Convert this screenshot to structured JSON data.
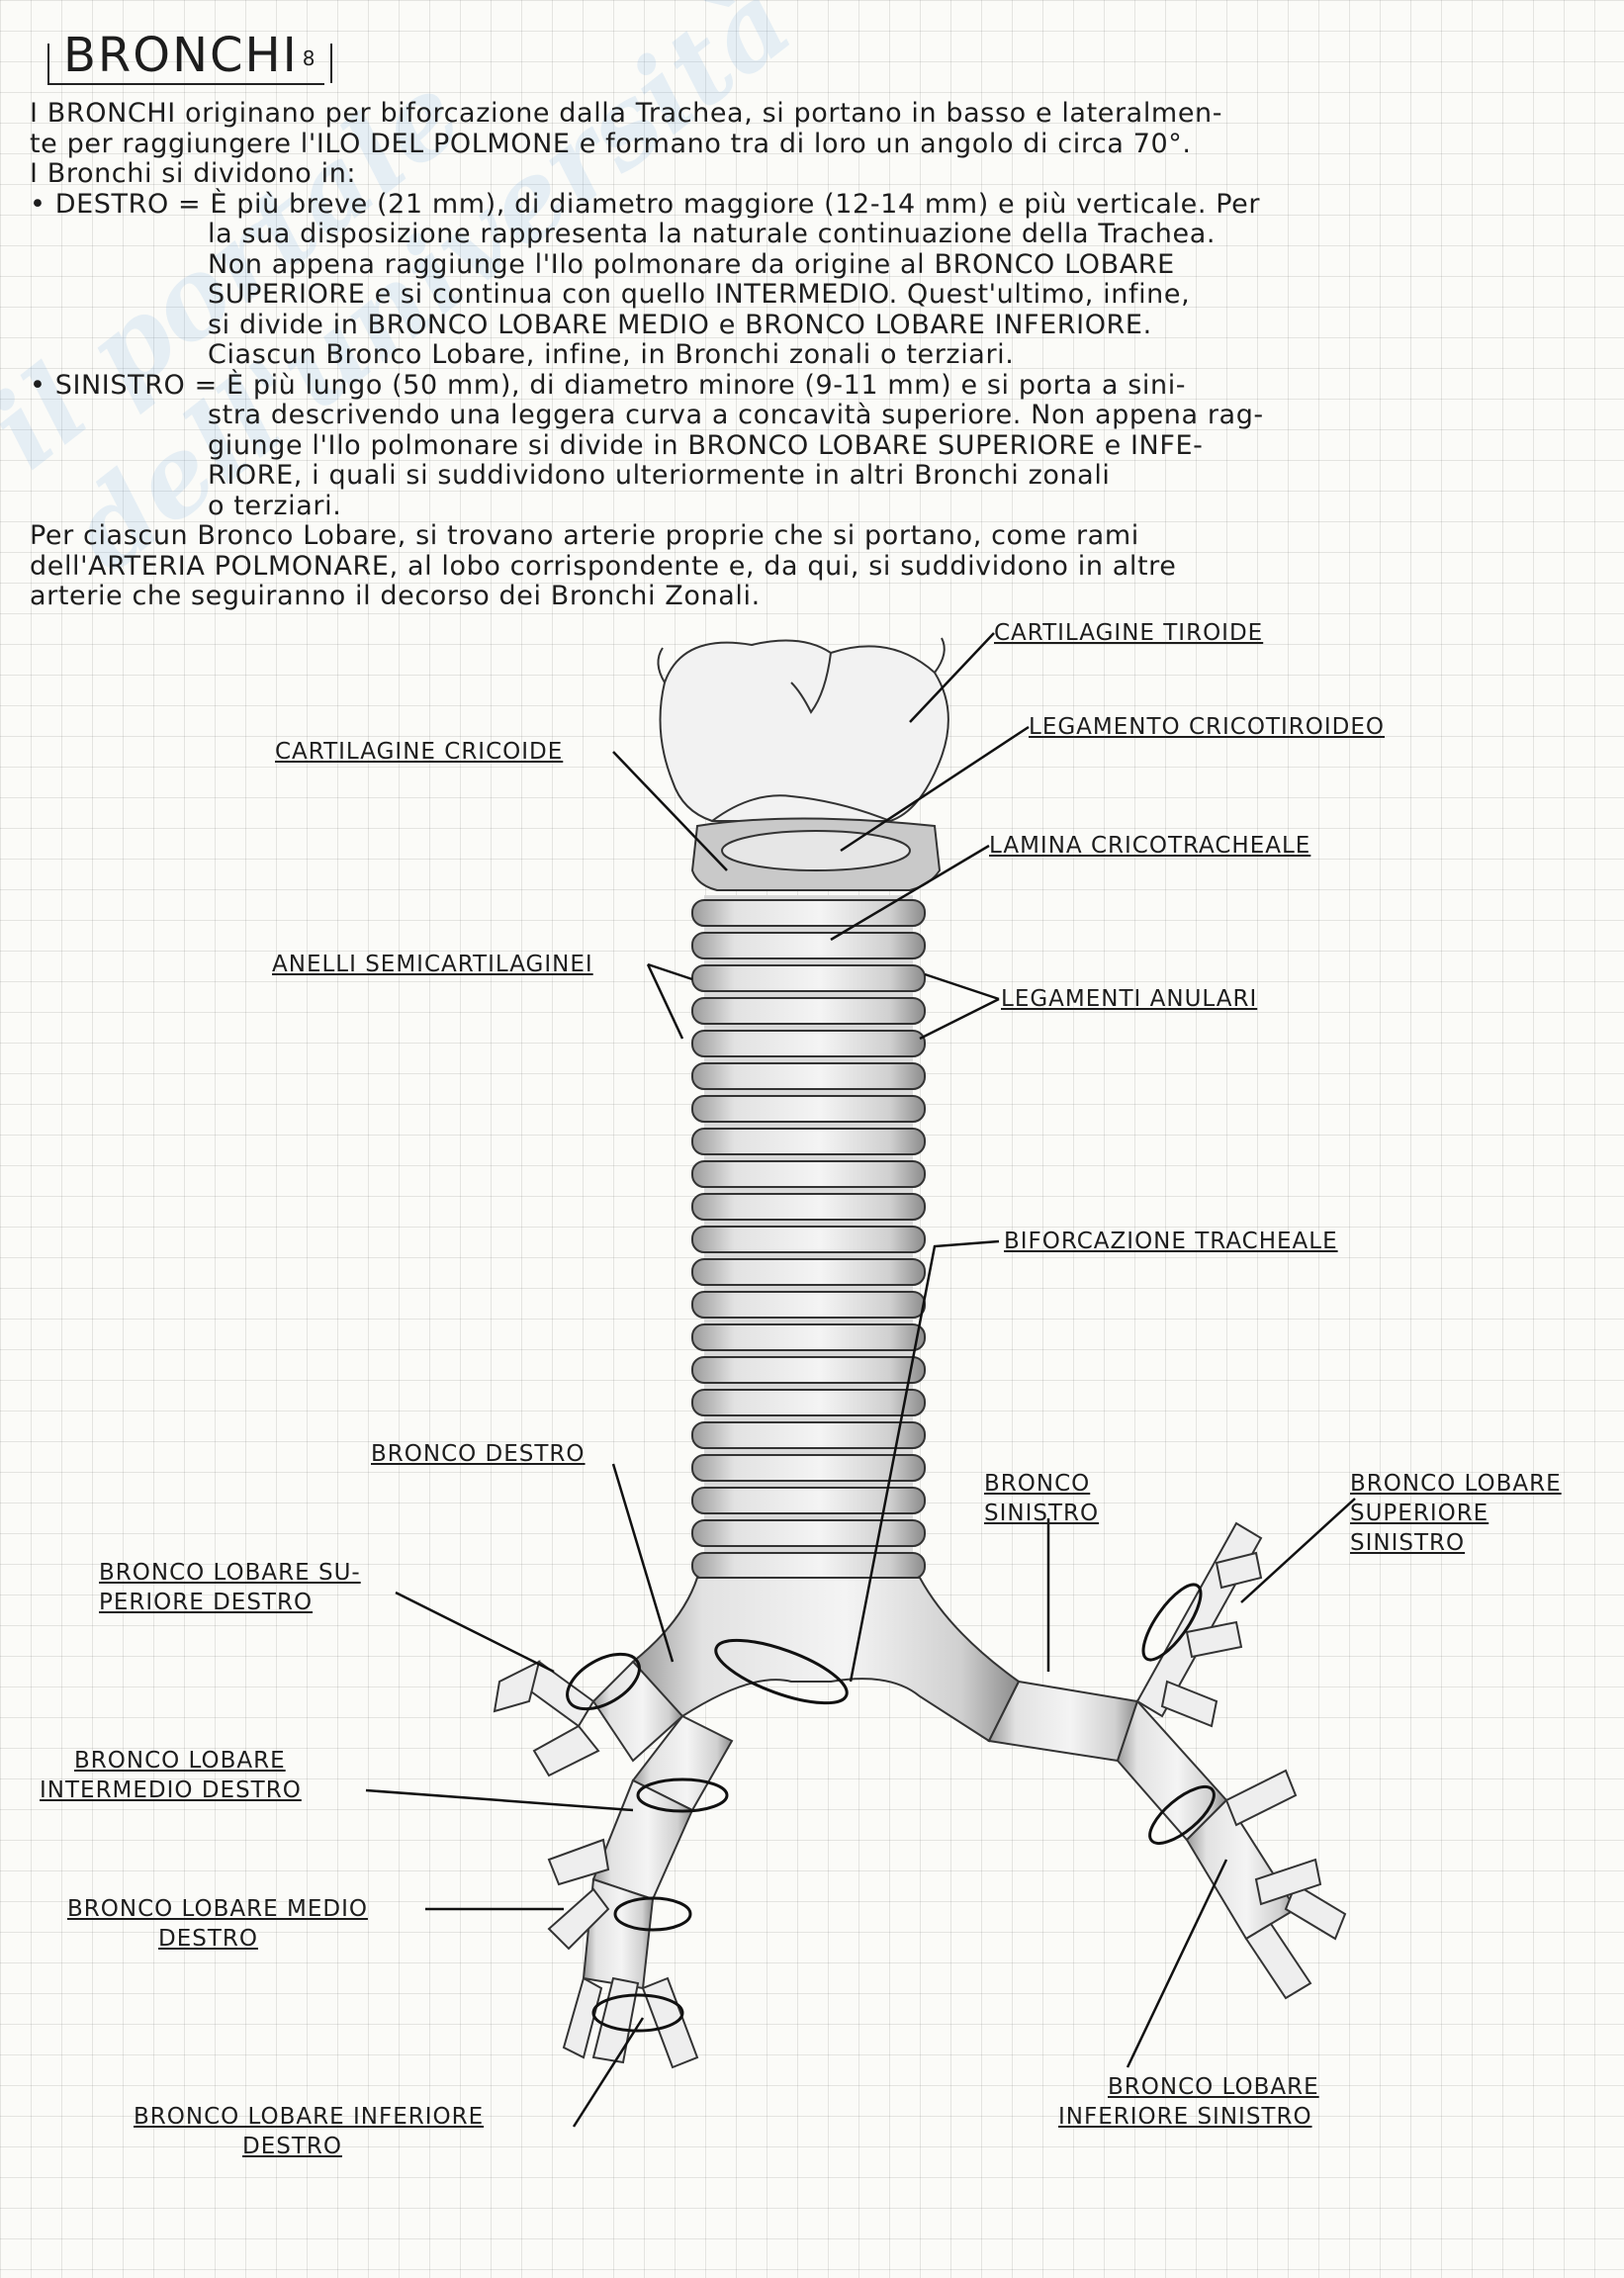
{
  "title": "BRONCHI",
  "page_number": "8",
  "watermark": "il portale dell'università",
  "paragraphs": [
    "I BRONCHI originano per biforcazione dalla Trachea, si portano in basso e lateralmen-",
    "te per raggiungere l'ILO DEL POLMONE e formano tra di loro un angolo di circa 70°.",
    "I Bronchi si dividono in:",
    "• DESTRO = È più breve (21 mm), di diametro maggiore (12-14 mm) e più verticale. Per",
    "la sua disposizione rappresenta la naturale continuazione della Trachea.",
    "Non appena raggiunge l'Ilo polmonare da origine al BRONCO LOBARE",
    "SUPERIORE e si continua con quello INTERMEDIO. Quest'ultimo, infine,",
    "si divide in BRONCO LOBARE MEDIO e BRONCO LOBARE INFERIORE.",
    "Ciascun Bronco Lobare, infine, in Bronchi zonali o terziari.",
    "• SINISTRO = È più lungo (50 mm), di diametro minore (9-11 mm) e si porta a sini-",
    "stra descrivendo una leggera curva a concavità superiore. Non appena rag-",
    "giunge l'Ilo polmonare si divide in BRONCO LOBARE SUPERIORE e INFE-",
    "RIORE, i quali si suddividono ulteriormente in altri Bronchi zonali",
    "o terziari.",
    "Per ciascun Bronco Lobare, si trovano arterie proprie che si portano, come rami",
    "dell'ARTERIA POLMONARE, al lobo corrispondente e, da qui, si suddividono in altre",
    "arterie che seguiranno il decorso dei Bronchi Zonali."
  ],
  "labels": {
    "cartilagine_tiroide": "CARTILAGINE TIROIDE",
    "legamento_cricotiroideo": "LEGAMENTO CRICOTIROIDEO",
    "cartilagine_cricoide": "CARTILAGINE CRICOIDE",
    "lamina_cricotracheale": "LAMINA CRICOTRACHEALE",
    "anelli_semicartilaginei": "ANELLI SEMICARTILAGINEI",
    "legamenti_anulari": "LEGAMENTI ANULARI",
    "biforcazione_tracheale": "BIFORCAZIONE TRACHEALE",
    "bronco_destro": "BRONCO DESTRO",
    "bronco_sinistro_1": "BRONCO",
    "bronco_sinistro_2": "SINISTRO",
    "blss_1": "BRONCO LOBARE",
    "blss_2": "SUPERIORE",
    "blss_3": "SINISTRO",
    "blsd_1": "BRONCO LOBARE SU-",
    "blsd_2": "PERIORE DESTRO",
    "blid_1": "BRONCO LOBARE",
    "blid_2": "INTERMEDIO DESTRO",
    "blmd_1": "BRONCO LOBARE MEDIO",
    "blmd_2": "DESTRO",
    "blis_1": "BRONCO LOBARE",
    "blis_2": "INFERIORE SINISTRO",
    "blind_1": "BRONCO LOBARE INFERIORE",
    "blind_2": "DESTRO"
  },
  "colors": {
    "ink": "#1d1d1d",
    "paper": "#fbfbf8",
    "grid": "#bdbdbd",
    "watermark": "#64a0dc"
  }
}
